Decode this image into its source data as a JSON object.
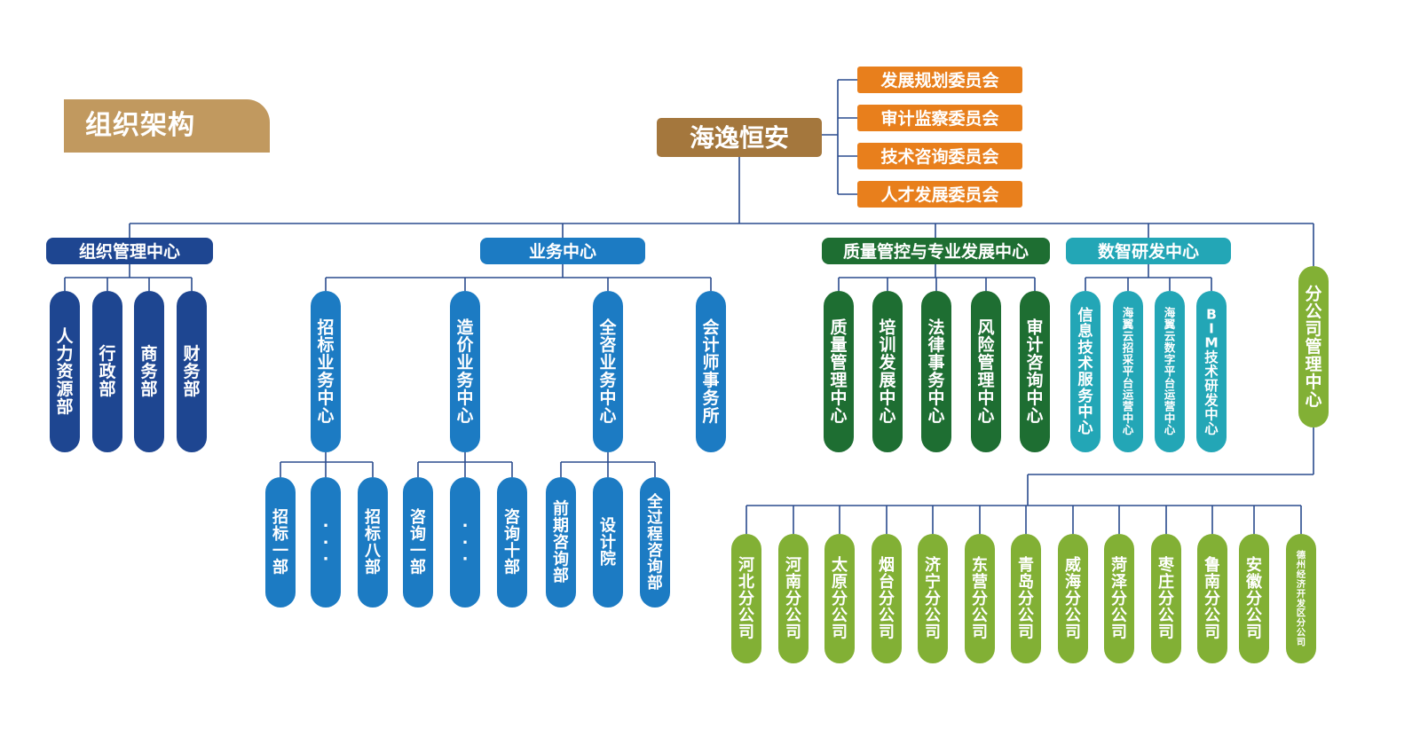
{
  "title": "组织架构",
  "root": "海逸恒安",
  "colors": {
    "root": "#a4773d",
    "committee": "#e87f1c",
    "navy": "#1e4691",
    "blue": "#1c7bc3",
    "green": "#1e6e32",
    "teal": "#23a6b6",
    "lime": "#82b035",
    "line": "#2a4b8e"
  },
  "committees": [
    "发展规划委员会",
    "审计监察委员会",
    "技术咨询委员会",
    "人才发展委员会"
  ],
  "centers": {
    "org": {
      "label": "组织管理中心",
      "children": [
        "人力资源部",
        "行政部",
        "商务部",
        "财务部"
      ]
    },
    "business": {
      "label": "业务中心",
      "children": [
        {
          "label": "招标业务中心",
          "subs": [
            "招标一部",
            "···",
            "招标八部"
          ]
        },
        {
          "label": "造价业务中心",
          "subs": [
            "咨询一部",
            "···",
            "咨询十部"
          ]
        },
        {
          "label": "全咨业务中心",
          "subs": [
            "前期咨询部",
            "设计院",
            "全过程咨询部"
          ]
        },
        {
          "label": "会计师事务所",
          "subs": []
        }
      ]
    },
    "quality": {
      "label": "质量管控与专业发展中心",
      "children": [
        "质量管理中心",
        "培训发展中心",
        "法律事务中心",
        "风险管理中心",
        "审计咨询中心"
      ]
    },
    "digital": {
      "label": "数智研发中心",
      "children": [
        "信息技术服务中心",
        "海翼云招采平台运营中心",
        "海翼云数字平台运营中心",
        "BIM技术研发中心"
      ]
    },
    "branch": {
      "label": "分公司管理中心",
      "children": [
        "河北分公司",
        "河南分公司",
        "太原分公司",
        "烟台分公司",
        "济宁分公司",
        "东营分公司",
        "青岛分公司",
        "威海分公司",
        "菏泽分公司",
        "枣庄分公司",
        "鲁南分公司",
        "安徽分公司",
        "德州经济开发区分公司"
      ]
    }
  }
}
